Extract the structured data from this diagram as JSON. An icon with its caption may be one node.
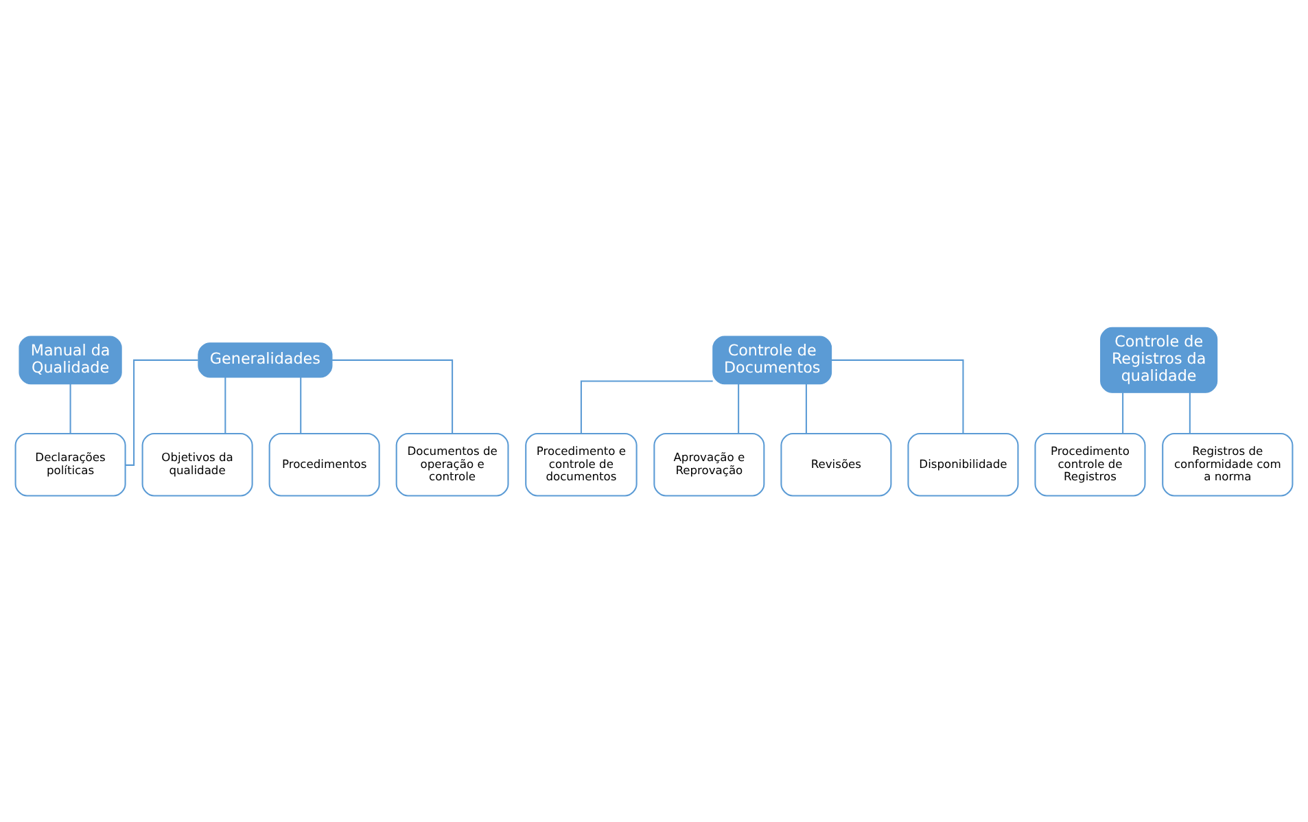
{
  "diagram": {
    "nodes": [
      {
        "text": [
          "Manual da Qualidade"
        ]
      },
      {
        "text": [
          "Generalidades"
        ]
      },
      {
        "text": [
          "Declarações políticas"
        ]
      },
      {
        "text": [
          "Objetivos da qualidade"
        ]
      },
      {
        "text": [
          "Procedimentos"
        ]
      },
      {
        "text": [
          "Documentos de operação e controle"
        ]
      },
      {
        "text": [
          "Controle de Documentos"
        ]
      },
      {
        "text": [
          "Procedimento e controle de documentos"
        ]
      },
      {
        "text": [
          "Aprovação e Reprovação"
        ]
      },
      {
        "text": [
          "Revisões"
        ]
      },
      {
        "text": [
          "Disponibilidade"
        ]
      },
      {
        "text": [
          "Controle de Registros da qualidade"
        ]
      },
      {
        "text": [
          "Procedimento controle de Registros"
        ]
      },
      {
        "text": [
          "Registros de conformidade com a norma"
        ]
      }
    ],
    "edges": [
      {
        "from": 0,
        "to": 2,
        "arrow": "none"
      },
      {
        "from": 1,
        "to": 2,
        "arrow": "none"
      },
      {
        "from": 1,
        "to": 3,
        "arrow": "none"
      },
      {
        "from": 1,
        "to": 4,
        "arrow": "none"
      },
      {
        "from": 1,
        "to": 5,
        "arrow": "none"
      },
      {
        "from": 6,
        "to": 7,
        "arrow": "none"
      },
      {
        "from": 6,
        "to": 8,
        "arrow": "none"
      },
      {
        "from": 6,
        "to": 9,
        "arrow": "none"
      },
      {
        "from": 6,
        "to": 10,
        "arrow": "none"
      },
      {
        "from": 11,
        "to": 12,
        "arrow": "none"
      },
      {
        "from": 11,
        "to": 13,
        "arrow": "none"
      }
    ]
  }
}
